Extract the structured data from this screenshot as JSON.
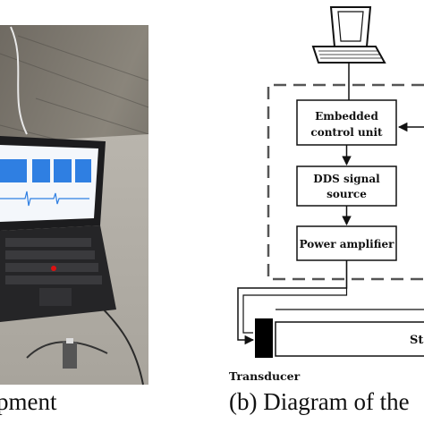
{
  "photo": {
    "caption": "pment"
  },
  "diagram": {
    "caption": "(b) Diagram of the",
    "blocks": {
      "embedded_control_line1": "Embedded",
      "embedded_control_line2": "control unit",
      "dds_line1": "DDS signal",
      "dds_line2": "source",
      "power_amplifier": "Power amplifier"
    },
    "structure_label": "St",
    "transducer_label": "Transducer",
    "icons": {
      "computer": "laptop-icon",
      "transducer": "transducer-block"
    }
  }
}
